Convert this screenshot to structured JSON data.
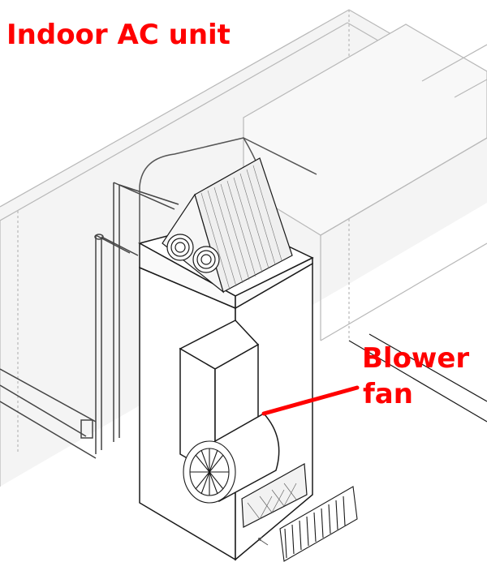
{
  "labels": {
    "title": "Indoor AC unit",
    "blower_line1": "Blower",
    "blower_line2": "fan"
  },
  "colors": {
    "label": "#ff0000",
    "wall_line": "#b8b8b8",
    "unit_line": "#1a1a1a"
  },
  "icons": [
    "a-coil",
    "copper-refrigerant-lines",
    "blower-wheel",
    "return-air-filter",
    "floor-grille"
  ]
}
